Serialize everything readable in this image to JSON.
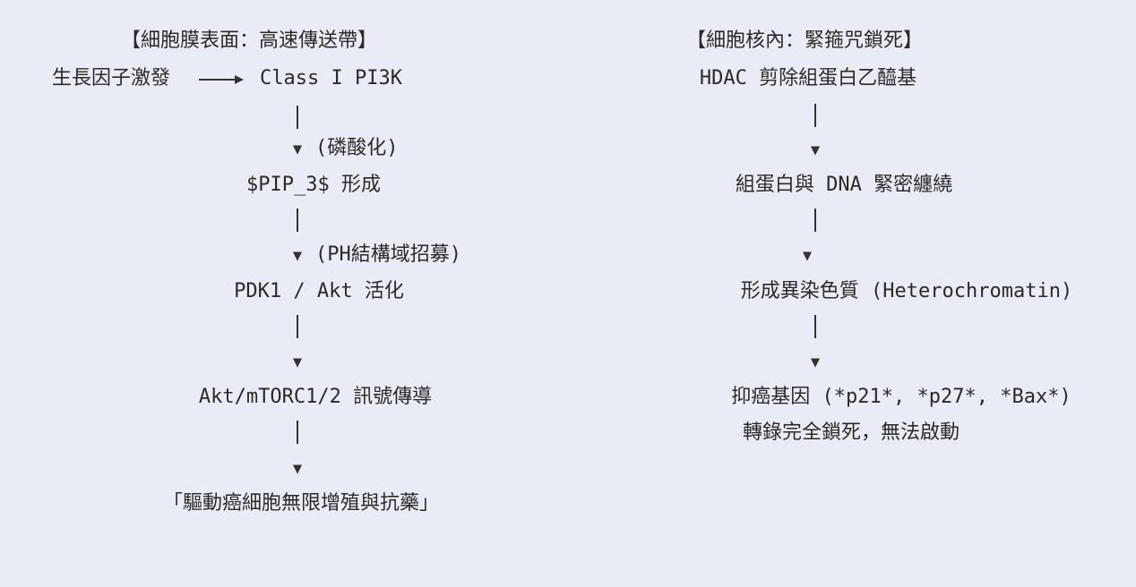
{
  "left": {
    "title": "【細胞膜表面：高速傳送帶】",
    "trigger": "生長因子激發",
    "node1": "Class I PI3K",
    "note1": "(磷酸化)",
    "node2": "$PIP_3$ 形成",
    "note2": "(PH結構域招募)",
    "node3": "PDK1 / Akt 活化",
    "node4": "Akt/mTORC1/2 訊號傳導",
    "node5": "「驅動癌細胞無限增殖與抗藥」"
  },
  "right": {
    "title": "【細胞核內：緊箍咒鎖死】",
    "node1": "HDAC 剪除組蛋白乙醯基",
    "node2": "組蛋白與 DNA 緊密纏繞",
    "node3": "形成異染色質 (Heterochromatin)",
    "node4": "抑癌基因 (*p21*, *p27*, *Bax*)",
    "node5": "轉錄完全鎖死，無法啟動"
  },
  "arrow_glyph": "▼"
}
